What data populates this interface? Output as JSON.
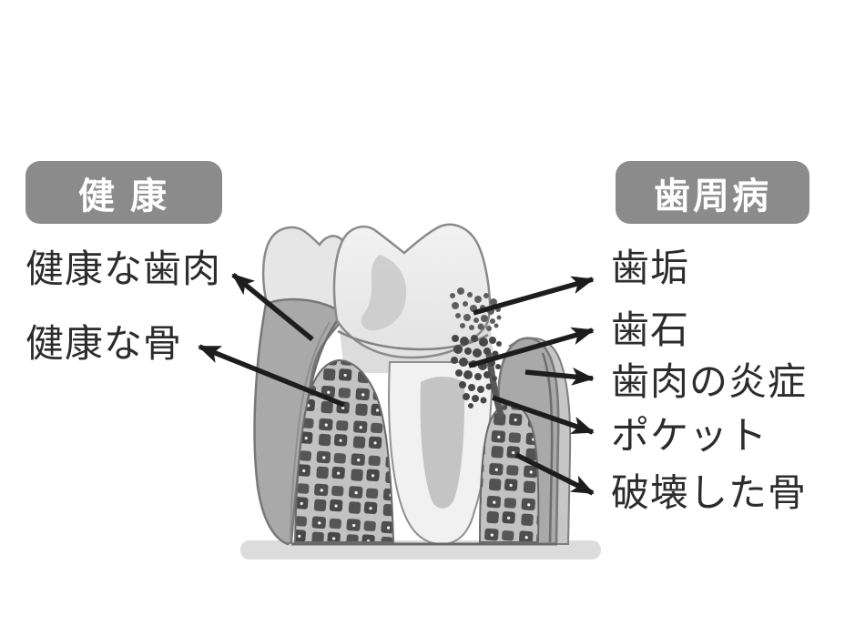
{
  "colors": {
    "background": "#ffffff",
    "badge_bg": "#8b8b8b",
    "badge_text": "#ffffff",
    "label_text": "#2c2c2c",
    "arrow": "#1d1d1d",
    "gum_gray": "#a9a9a9",
    "bone_block_gray": "#4e4e4e",
    "tooth_light": "#f0f0f0"
  },
  "healthy_section": {
    "header": "健 康",
    "labels": [
      {
        "id": "healthy-gum",
        "text": "健康な歯肉"
      },
      {
        "id": "healthy-bone",
        "text": "健康な骨"
      }
    ]
  },
  "disease_section": {
    "header": "歯周病",
    "labels": [
      {
        "id": "plaque",
        "text": "歯垢"
      },
      {
        "id": "calculus",
        "text": "歯石"
      },
      {
        "id": "gum-inflammation",
        "text": "歯肉の炎症"
      },
      {
        "id": "pocket",
        "text": "ポケット"
      },
      {
        "id": "destroyed-bone",
        "text": "破壊した骨"
      }
    ]
  }
}
